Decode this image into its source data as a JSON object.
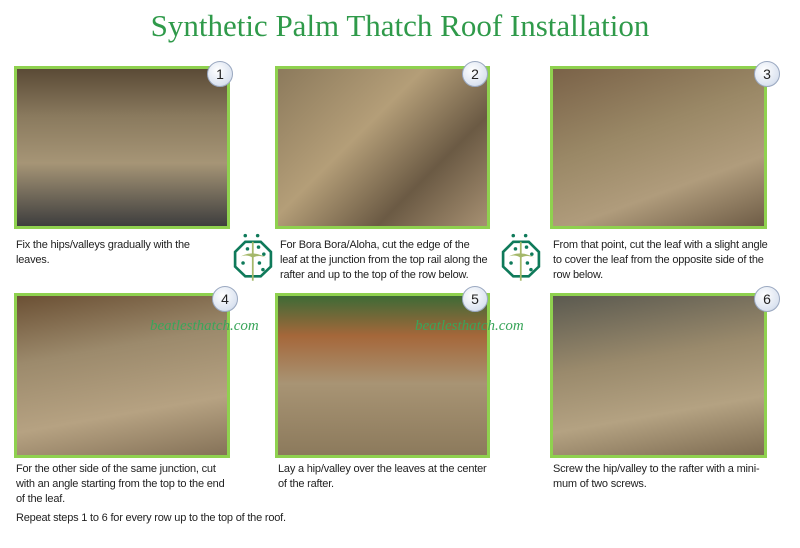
{
  "title": "Synthetic Palm Thatch Roof Installation",
  "steps": [
    {
      "number": "1",
      "caption": "Fix the hips/valleys gradually with the leaves."
    },
    {
      "number": "2",
      "caption": "For Bora Bora/Aloha, cut the edge of the leaf at the junction from the top rail along the rafter and up to the top of the row below."
    },
    {
      "number": "3",
      "caption": "From that point, cut the leaf with a slight angle to cover the leaf from the opposite side of the row below."
    },
    {
      "number": "4",
      "caption": "For the other side of the same junction, cut with an angle starting from the top to the end of the leaf."
    },
    {
      "number": "5",
      "caption": "Lay a hip/valley over the leaves at the center of the rafter."
    },
    {
      "number": "6",
      "caption": "Screw the hip/valley to the rafter with a mini-mum of two screws."
    }
  ],
  "footer": "Repeat steps 1 to 6 for every row up to the top of the roof.",
  "watermark": "beatlesthatch.com",
  "colors": {
    "title": "#2f9a4a",
    "border": "#8fd14f",
    "logo": "#0f7a5a"
  }
}
